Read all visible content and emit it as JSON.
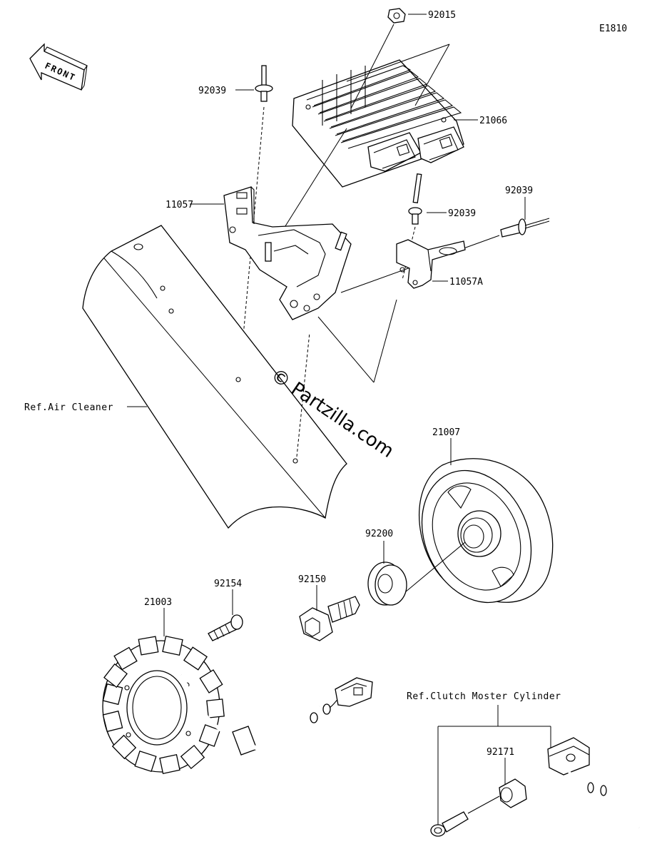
{
  "diagram": {
    "code": "E1810",
    "front_label": "FRONT",
    "watermark": "© Partzilla.com",
    "parts": {
      "p92015": "92015",
      "p92039a": "92039",
      "p21066": "21066",
      "p92039b": "92039",
      "p92039c": "92039",
      "p11057": "11057",
      "p11057a": "11057A",
      "p21007": "21007",
      "p92200": "92200",
      "p92150": "92150",
      "p92154": "92154",
      "p21003": "21003",
      "p92171": "92171"
    },
    "refs": {
      "air_cleaner": "Ref.Air Cleaner",
      "clutch": "Ref.Clutch Moster Cylinder"
    }
  }
}
